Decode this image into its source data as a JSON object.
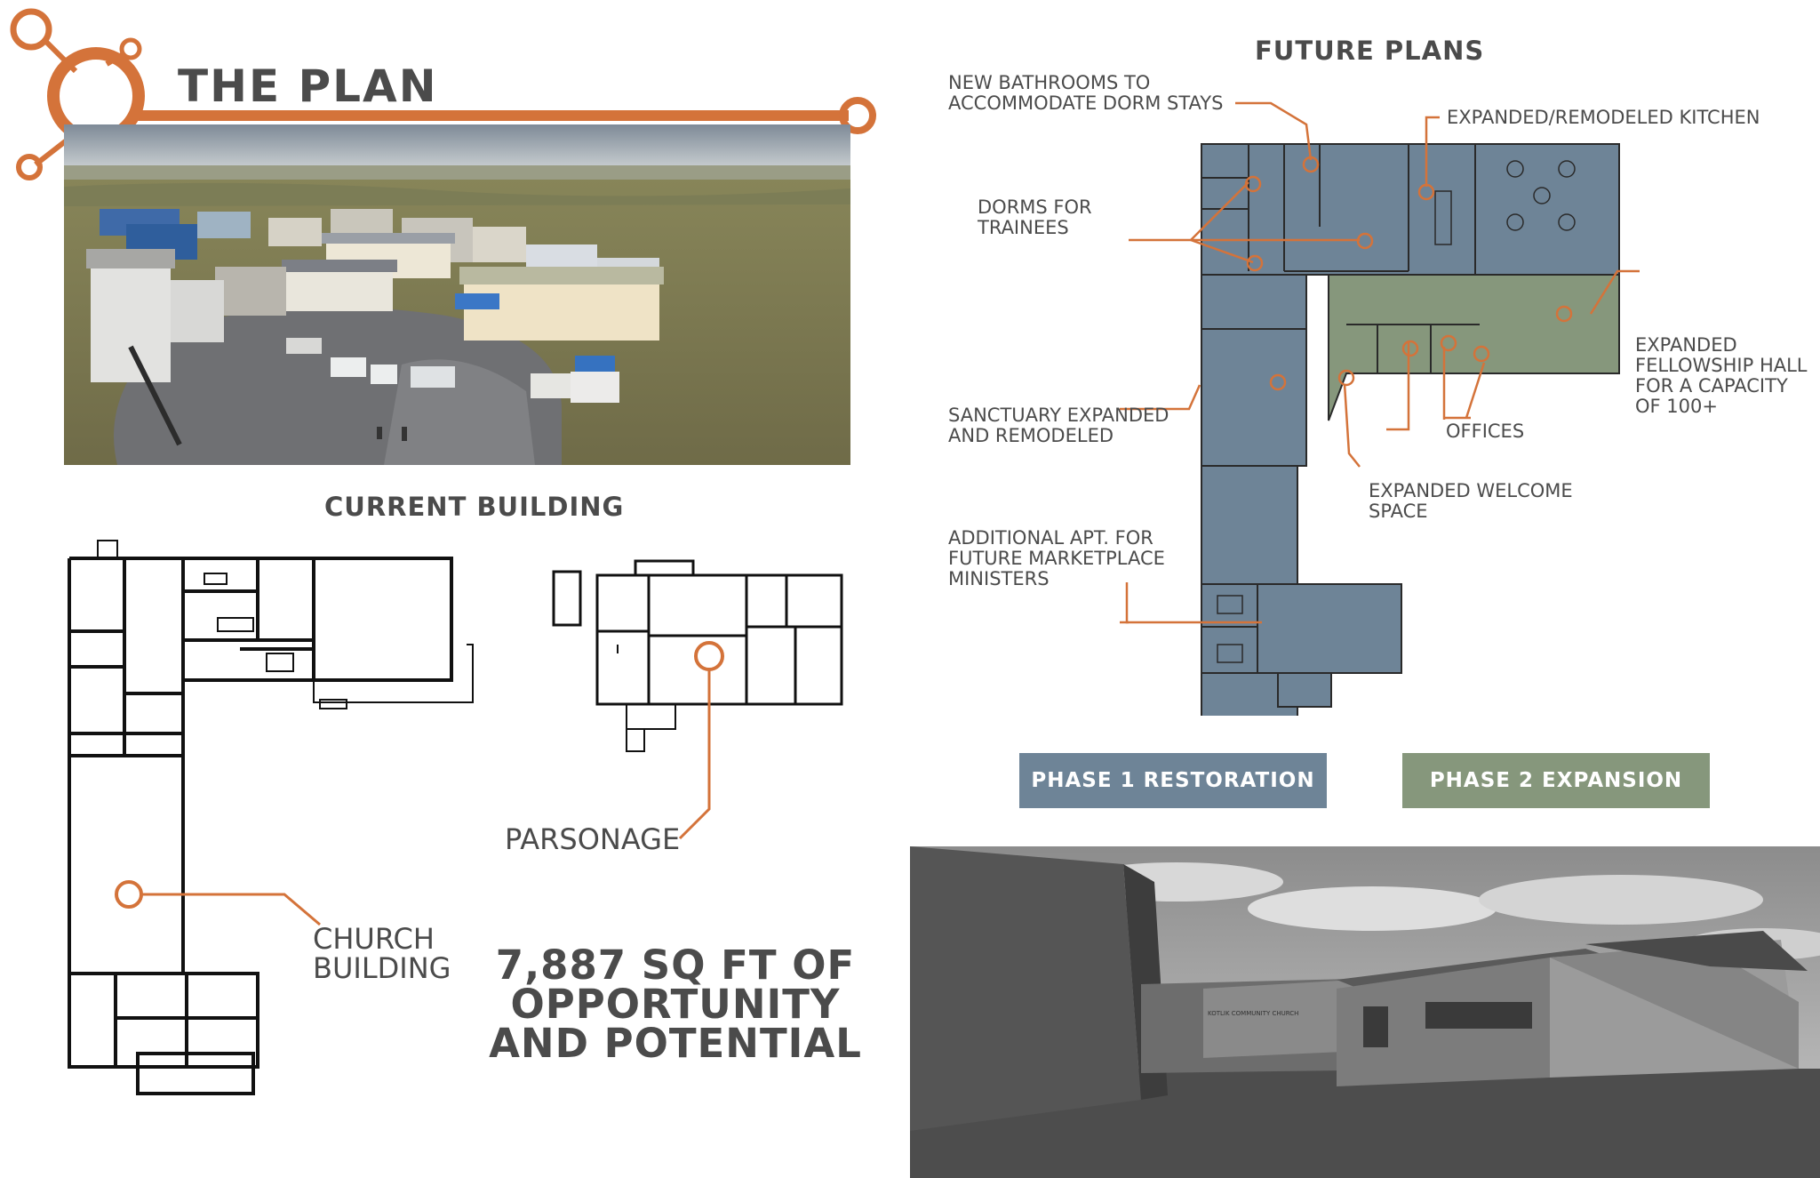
{
  "header": {
    "title": "THE PLAN"
  },
  "photo": {
    "name": "aerial-village-photo"
  },
  "current": {
    "heading": "CURRENT BUILDING",
    "parsonage_label": "PARSONAGE",
    "church_label_line1": "CHURCH",
    "church_label_line2": "BUILDING"
  },
  "stat": {
    "line1": "7,887 SQ FT OF",
    "line2": "OPPORTUNITY",
    "line3": "AND POTENTIAL"
  },
  "future": {
    "heading": "FUTURE PLANS",
    "labels": {
      "bathrooms_1": "NEW BATHROOMS TO",
      "bathrooms_2": "ACCOMMODATE DORM STAYS",
      "kitchen": "EXPANDED/REMODELED KITCHEN",
      "dorms_1": "DORMS FOR",
      "dorms_2": "TRAINEES",
      "fellowship_1": "EXPANDED",
      "fellowship_2": "FELLOWSHIP HALL",
      "fellowship_3": "FOR A CAPACITY",
      "fellowship_4": "OF 100+",
      "sanctuary_1": "SANCTUARY EXPANDED",
      "sanctuary_2": "AND REMODELED",
      "offices": "OFFICES",
      "welcome_1": "EXPANDED WELCOME",
      "welcome_2": "SPACE",
      "apt_1": "ADDITIONAL APT. FOR",
      "apt_2": "FUTURE MARKETPLACE",
      "apt_3": "MINISTERS"
    }
  },
  "phases": {
    "phase1": "PHASE 1 RESTORATION",
    "phase2": "PHASE 2 EXPANSION"
  },
  "rendering": {
    "sign_text": "KOTLIK COMMUNITY CHURCH"
  },
  "colors": {
    "accent": "#d4733a",
    "phase1": "#6e8497",
    "phase2": "#86977c",
    "text": "#4b4b4b"
  }
}
